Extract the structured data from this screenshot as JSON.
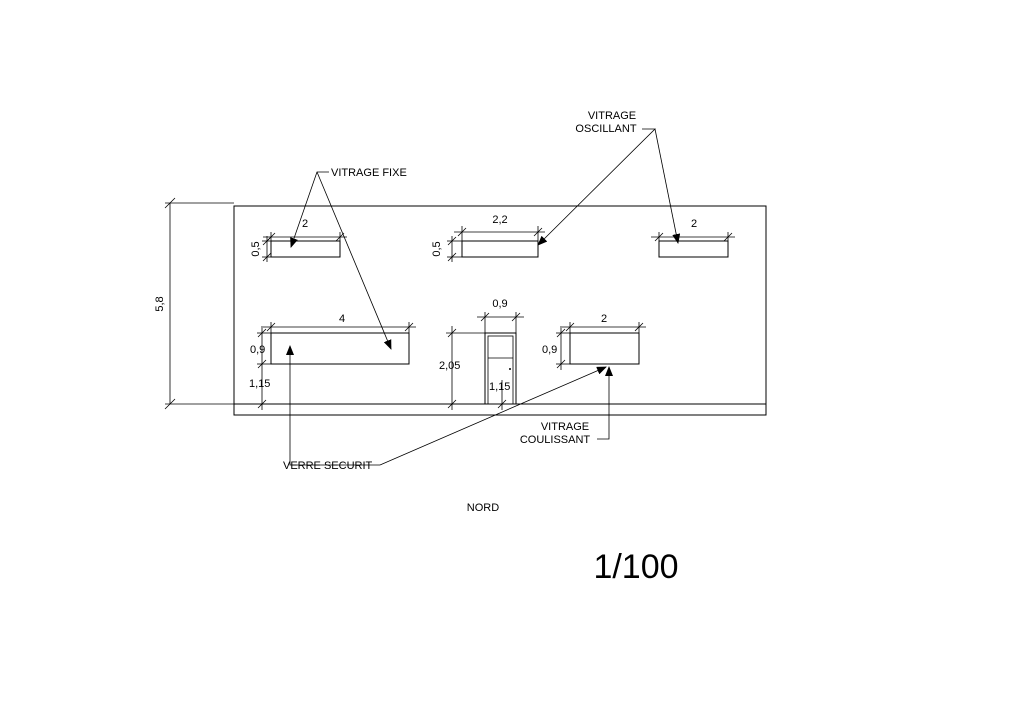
{
  "labels": {
    "vitrage_fixe": "VITRAGE FIXE",
    "vitrage_oscillant_1": "VITRAGE",
    "vitrage_oscillant_2": "OSCILLANT",
    "vitrage_coulissant_1": "VITRAGE",
    "vitrage_coulissant_2": "COULISSANT",
    "verre_securit": "VERRE SECURIT",
    "orientation": "NORD",
    "scale": "1/100"
  },
  "dimensions": {
    "wall_height": "5,8",
    "high_window_left_width": "2",
    "high_window_left_height": "0,5",
    "high_window_mid_width": "2,2",
    "high_window_mid_height": "0,5",
    "high_window_right_width": "2",
    "low_window_left_width": "4",
    "low_window_left_height": "0,9",
    "low_window_left_sill": "1,15",
    "door_width": "0,9",
    "door_height": "2,05",
    "door_sill": "1,15",
    "low_window_right_width": "2",
    "low_window_right_height": "0,9"
  }
}
